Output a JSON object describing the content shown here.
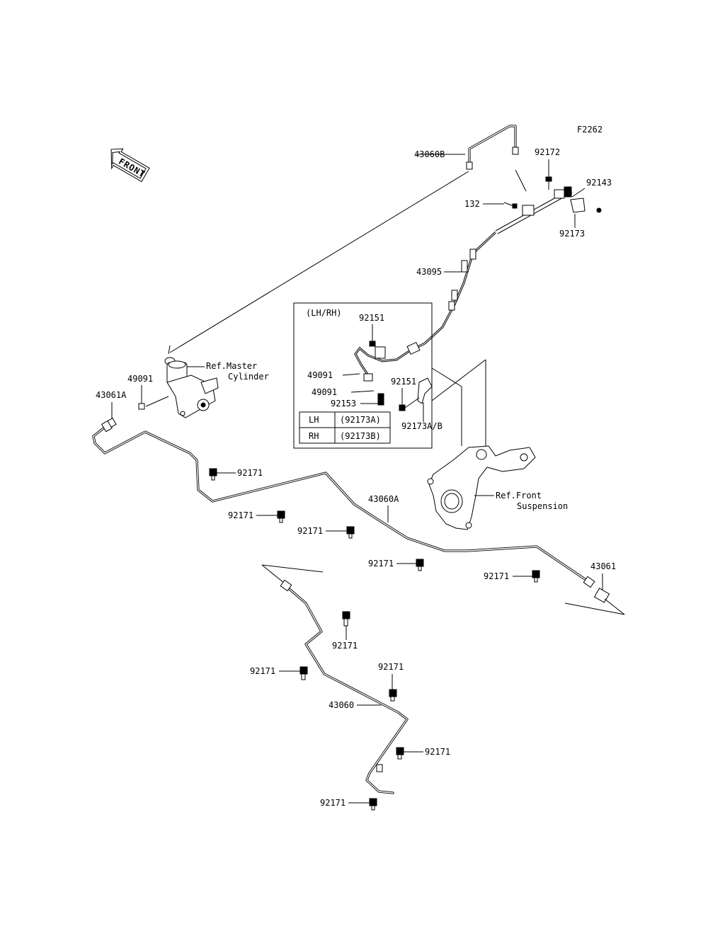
{
  "diagram_code": "F2262",
  "front_label": "FRONT",
  "callouts": {
    "p43060B": "43060B",
    "p92172": "92172",
    "p92143": "92143",
    "p132": "132",
    "p92173": "92173",
    "p43095": "43095",
    "lhrh": "(LH/RH)",
    "p92151a": "92151",
    "p49091a": "49091",
    "p49091b": "49091",
    "p92153": "92153",
    "p92151b": "92151",
    "p92173AB": "92173A/B",
    "ref_master_1": "Ref.Master",
    "ref_master_2": "Cylinder",
    "p49091c": "49091",
    "p43061A": "43061A",
    "p92171_a": "92171",
    "p92171_b": "92171",
    "p43060A": "43060A",
    "p92171_c": "92171",
    "ref_front_1": "Ref.Front",
    "ref_front_2": "Suspension",
    "p92171_d": "92171",
    "p92171_e": "92171",
    "p43061": "43061",
    "p92171_f": "92171",
    "p92171_g": "92171",
    "p92171_h": "92171",
    "p43060": "43060",
    "p92171_i": "92171",
    "p92171_j": "92171"
  },
  "variant_table": {
    "rows": [
      {
        "side": "LH",
        "part": "(92173A)"
      },
      {
        "side": "RH",
        "part": "(92173B)"
      }
    ]
  }
}
